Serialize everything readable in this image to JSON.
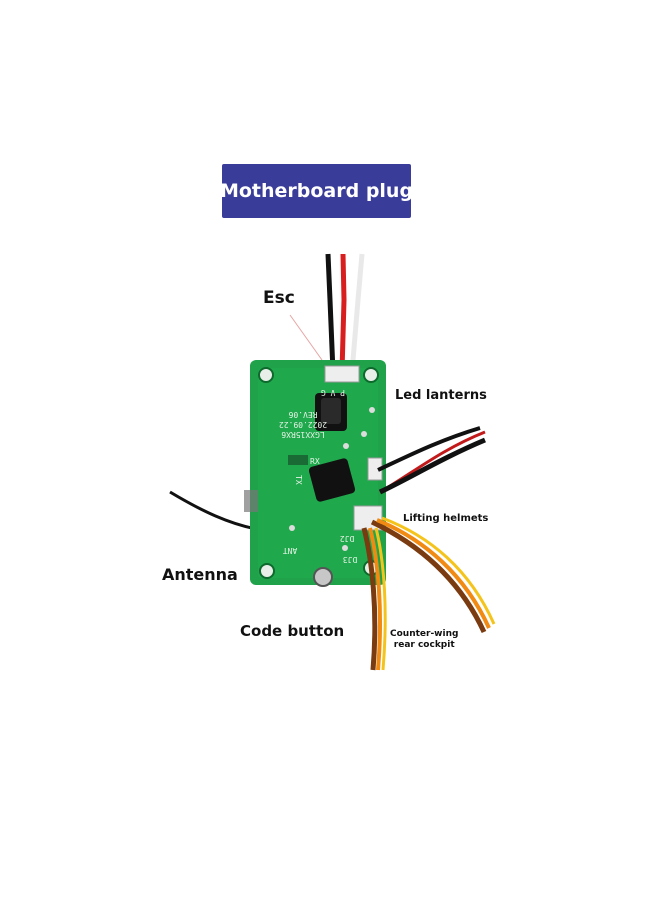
{
  "title": "Motherboard plug",
  "labels": {
    "esc": "Esc",
    "led": "Led lanterns",
    "lifting": "Lifting helmets",
    "antenna": "Antenna",
    "code_button": "Code button",
    "counter_line1": "Counter-wing",
    "counter_line2": "rear cockpit"
  },
  "board_text": {
    "model": "LGXX15RX6",
    "date": "2022.09.22",
    "rev": "REV.06",
    "rx": "RX",
    "tx": "TX",
    "ant": "ANT",
    "pvg": "P V G",
    "dj2": "DJ2",
    "dj3": "DJ3"
  },
  "colors": {
    "banner": "#3a3c9a",
    "board": "#1fa24a",
    "wire_black": "#111111",
    "wire_red": "#d81e1e",
    "wire_white": "#f4f4f4",
    "wire_brown": "#7a3b10",
    "wire_orange": "#f08a12",
    "wire_yellow": "#f5c41c"
  }
}
